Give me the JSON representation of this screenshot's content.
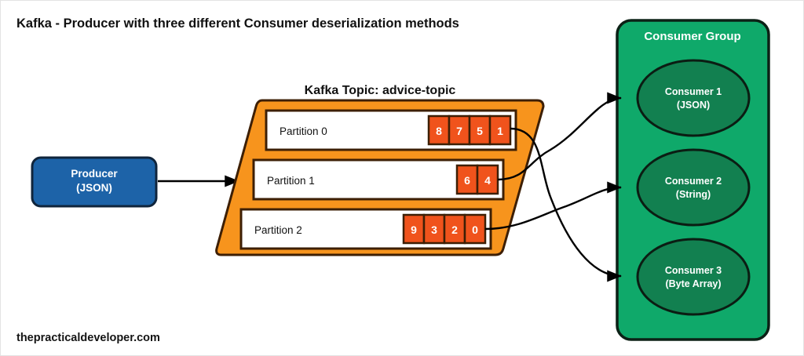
{
  "page": {
    "title": "Kafka - Producer with three different Consumer deserialization methods",
    "footer": "thepracticaldeveloper.com"
  },
  "colors": {
    "producer_fill": "#1d63a8",
    "producer_stroke": "#10253c",
    "topic_fill": "#f7941d",
    "topic_stroke": "#3d1f05",
    "partition_fill": "#ffffff",
    "partition_stroke": "#3d1f05",
    "message_fill": "#f0531c",
    "message_stroke": "#3d1f05",
    "group_fill": "#0ba濃",
    "group_fill_hex": "#0fa96a",
    "group_stroke": "#0c2116",
    "consumer_fill": "#128050",
    "consumer_stroke": "#0b1d13",
    "arrow": "#000000",
    "background": "#ffffff"
  },
  "producer": {
    "name": "Producer",
    "format": "(JSON)"
  },
  "topic": {
    "heading": "Kafka Topic: advice-topic",
    "partitions": [
      {
        "label": "Partition 0",
        "messages": [
          "8",
          "7",
          "5",
          "1"
        ]
      },
      {
        "label": "Partition 1",
        "messages": [
          "6",
          "4"
        ]
      },
      {
        "label": "Partition 2",
        "messages": [
          "9",
          "3",
          "2",
          "0"
        ]
      }
    ]
  },
  "consumer_group": {
    "title": "Consumer Group",
    "consumers": [
      {
        "name": "Consumer 1",
        "format": "(JSON)"
      },
      {
        "name": "Consumer 2",
        "format": "(String)"
      },
      {
        "name": "Consumer 3",
        "format": "(Byte Array)"
      }
    ]
  },
  "connections": {
    "producer_to_topic": "Producer writes to topic",
    "partition_0_to": "Consumer 3",
    "partition_1_to": "Consumer 1",
    "partition_2_to": "Consumer 2"
  }
}
